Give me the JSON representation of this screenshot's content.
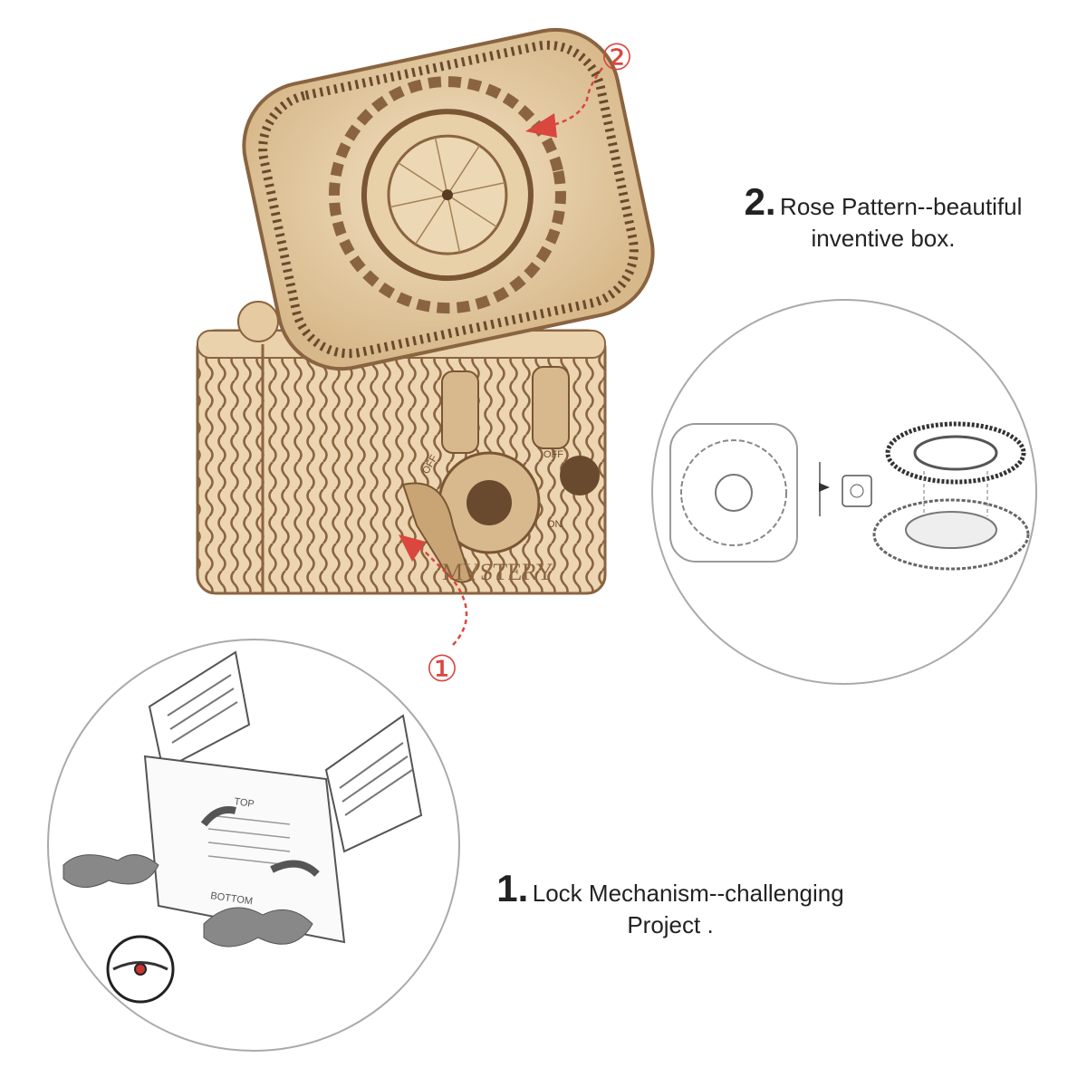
{
  "features": [
    {
      "number": "1.",
      "line1": "Lock Mechanism--challenging",
      "line2": "Project .",
      "marker": "①"
    },
    {
      "number": "2.",
      "line1": "Rose Pattern--beautiful",
      "line2": "inventive box.",
      "marker": "②"
    }
  ],
  "box_labels": {
    "engraving": "MYSTERY",
    "off_left": "OFF",
    "off_right": "OFF",
    "on": "ON"
  },
  "diagram_labels": {
    "top": "TOP",
    "bottom": "BOTTOM"
  },
  "colors": {
    "wood": "#e8cfa6",
    "wood_dark": "#9b7450",
    "accent_red": "#d9473f",
    "circle_border": "#aaaaaa",
    "text": "#222222"
  }
}
